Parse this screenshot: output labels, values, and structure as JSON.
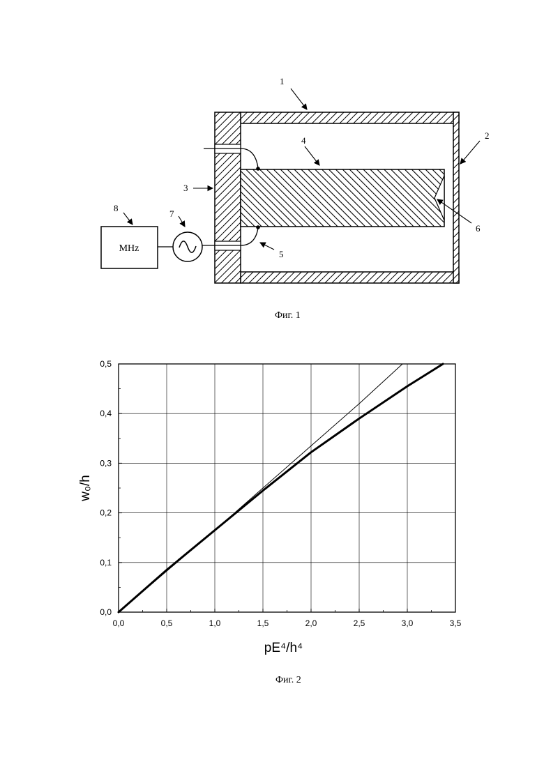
{
  "figure1": {
    "caption": "Фиг. 1",
    "callouts": [
      "1",
      "2",
      "3",
      "4",
      "5",
      "6",
      "7",
      "8"
    ],
    "generator_label": "MHz"
  },
  "figure2": {
    "caption": "Фиг. 2"
  },
  "chart_data": {
    "type": "line",
    "xlabel": "pE⁴/h⁴",
    "ylabel": "w₀/h",
    "xlim": [
      0,
      3.5
    ],
    "ylim": [
      0,
      0.5
    ],
    "x_ticks": [
      "0,0",
      "0,5",
      "1,0",
      "1,5",
      "2,0",
      "2,5",
      "3,0",
      "3,5"
    ],
    "y_ticks": [
      "0,0",
      "0,1",
      "0,2",
      "0,3",
      "0,4",
      "0,5"
    ],
    "grid": true,
    "series": [
      {
        "style": "thick",
        "x": [
          0,
          0.5,
          1.0,
          1.5,
          2.0,
          2.5,
          3.0,
          3.37
        ],
        "y": [
          0,
          0.085,
          0.165,
          0.245,
          0.322,
          0.39,
          0.455,
          0.5
        ]
      },
      {
        "style": "thin",
        "x": [
          0,
          1.0,
          1.5,
          2.0,
          2.5,
          2.95
        ],
        "y": [
          0,
          0.165,
          0.25,
          0.335,
          0.42,
          0.5
        ]
      }
    ]
  }
}
